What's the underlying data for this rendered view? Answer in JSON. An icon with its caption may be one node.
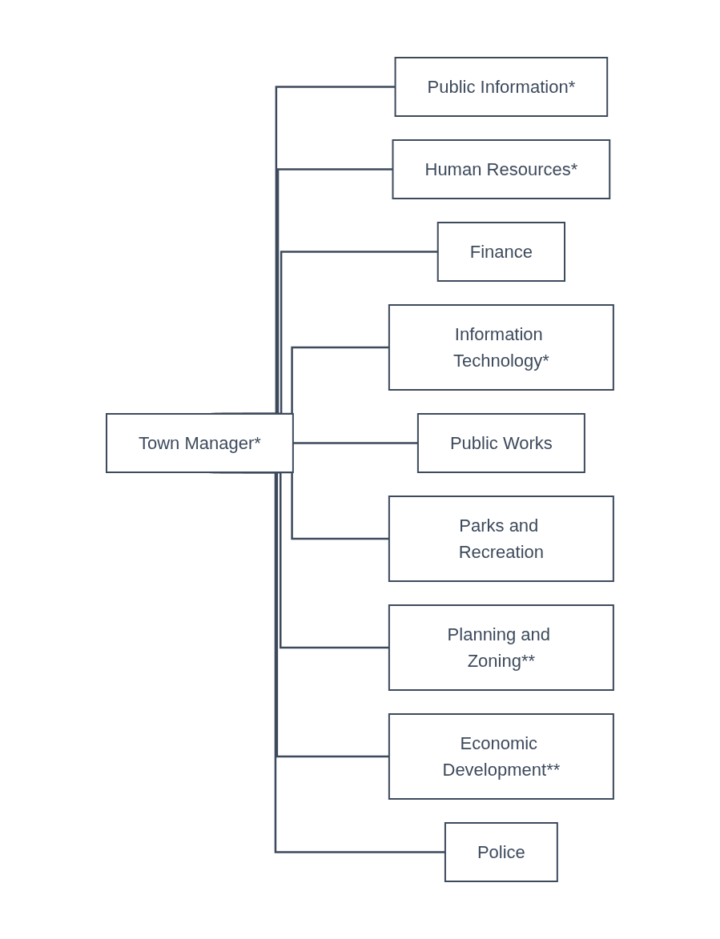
{
  "diagram": {
    "nodes": [
      {
        "text": [
          "Town Manager*"
        ]
      },
      {
        "text": [
          "Public Information*"
        ]
      },
      {
        "text": [
          "Human Resources*"
        ]
      },
      {
        "text": [
          "Finance"
        ]
      },
      {
        "text": [
          "Information Technology*"
        ]
      },
      {
        "text": [
          "Public Works"
        ]
      },
      {
        "text": [
          "Parks and Recreation"
        ]
      },
      {
        "text": [
          "Planning and Zoning**"
        ]
      },
      {
        "text": [
          "Economic Development**"
        ]
      },
      {
        "text": [
          "Police"
        ]
      }
    ],
    "edges": [
      {
        "from": 0,
        "to": 1,
        "arrow": "none"
      },
      {
        "from": 0,
        "to": 2,
        "arrow": "none"
      },
      {
        "from": 0,
        "to": 3,
        "arrow": "none"
      },
      {
        "from": 0,
        "to": 4,
        "arrow": "none"
      },
      {
        "from": 0,
        "to": 5,
        "arrow": "none"
      },
      {
        "from": 0,
        "to": 6,
        "arrow": "none"
      },
      {
        "from": 0,
        "to": 7,
        "arrow": "none"
      },
      {
        "from": 0,
        "to": 8,
        "arrow": "none"
      },
      {
        "from": 0,
        "to": 9,
        "arrow": "none"
      }
    ]
  }
}
